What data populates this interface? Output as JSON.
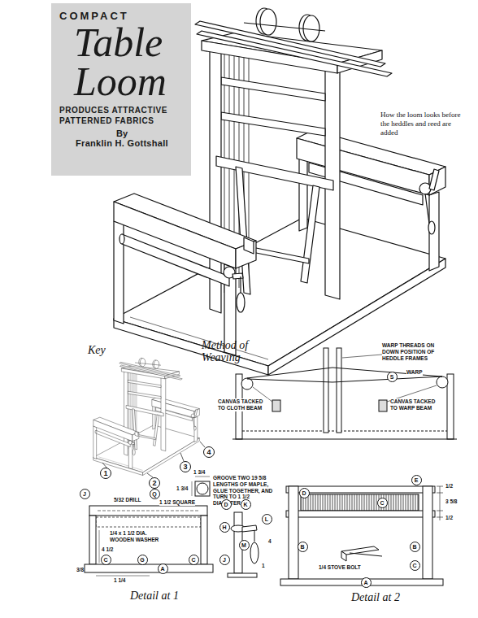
{
  "diagram": {
    "nodes": [
      {
        "text": [
          "COMPACT",
          "Table Loom",
          "PRODUCES ATTRACTIVE PATTERNED FABRICS",
          "By",
          "Franklin H. Gottshall"
        ]
      }
    ],
    "labels": [
      "How the loom looks before the heddles and reed are added",
      "Key",
      "1",
      "2",
      "3",
      "4",
      "Method of Weaving",
      "WARP THREADS ON DOWN POSITION OF HEDDLE FRAMES",
      "WARP",
      "S",
      "CANVAS TACKED TO CLOTH BEAM",
      "CANVAS TACKED TO WARP BEAM",
      "GROOVE TWO 19 5/8 LENGTHS OF MAPLE, GLUE TOGETHER, AND TURN TO 1 1/2 DIAMETER",
      "1 1/2 SQUARE",
      "1 3/4",
      "1 3/4",
      "5/32 DRILL",
      "1/4 x 1 1/2 DIA. WOODEN WASHER",
      "4 1/2",
      "3/8",
      "1 1/4",
      "4",
      "1",
      "Detail at 1",
      "J",
      "Q",
      "G",
      "C",
      "A",
      "C",
      "D",
      "K",
      "L",
      "H",
      "M",
      "J",
      "1/4 STOVE BOLT",
      "1/2",
      "3 5/8",
      "1/2",
      "Detail at 2",
      "E",
      "C",
      "B",
      "B",
      "C",
      "A",
      "D"
    ]
  }
}
